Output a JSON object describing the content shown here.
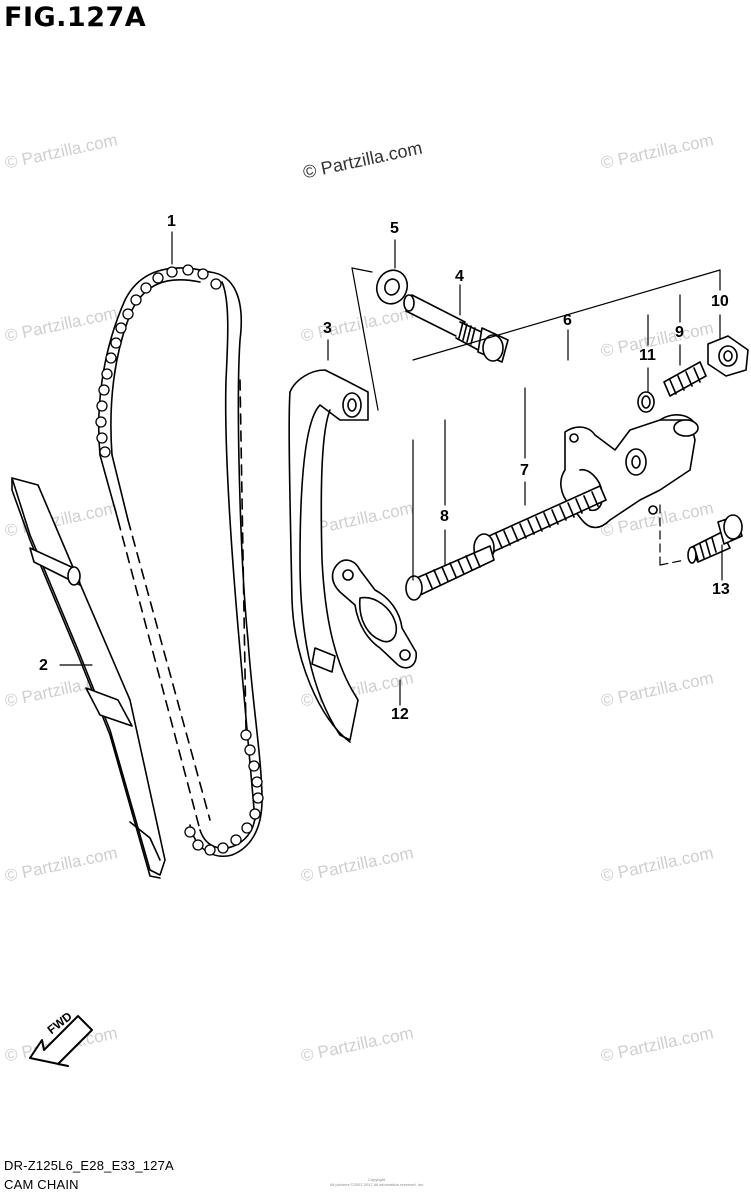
{
  "figure": {
    "title": "FIG.127A",
    "main_watermark": "© Partzilla.com",
    "background_watermark": "© Partzilla.com"
  },
  "callouts": [
    "1",
    "2",
    "3",
    "4",
    "5",
    "6",
    "7",
    "8",
    "9",
    "10",
    "11",
    "12",
    "13"
  ],
  "fwd_label": "FWD",
  "footer": {
    "code": "DR-Z125L6_E28_E33_127A",
    "section": "CAM CHAIN",
    "copyright_line1": "Copyright",
    "copyright_line2": "All pictures ©2007-2017 All information reserved. Inc."
  },
  "colors": {
    "line": "#000000",
    "watermark": "#cfcfcf",
    "fill": "#ffffff"
  }
}
